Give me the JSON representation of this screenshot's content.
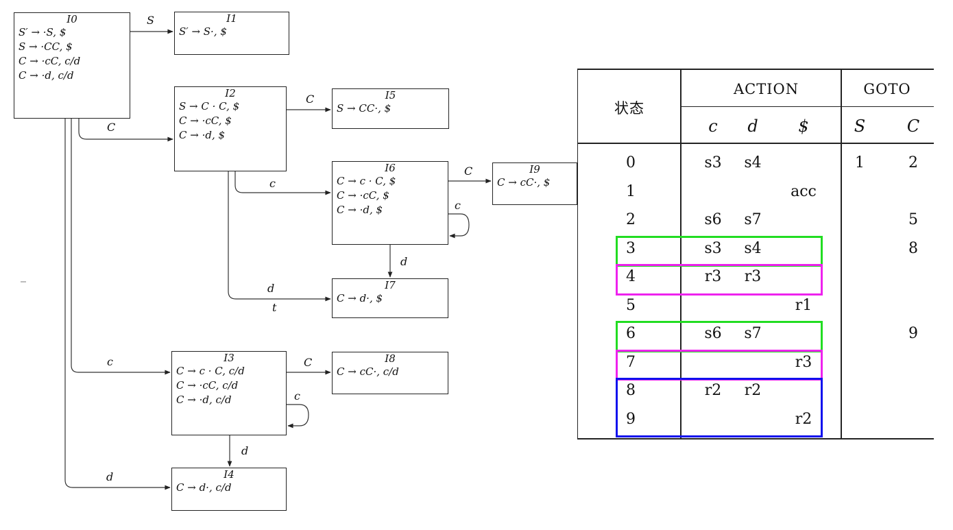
{
  "automaton": {
    "states": [
      {
        "id": "I0",
        "title": "I0",
        "items": [
          "S′ → ·S, $",
          "S → ·CC, $",
          "C → ·cC, c/d",
          "C → ·d, c/d"
        ]
      },
      {
        "id": "I1",
        "title": "I1",
        "items": [
          "S′ → S·, $"
        ]
      },
      {
        "id": "I2",
        "title": "I2",
        "items": [
          "S → C · C, $",
          "C → ·cC, $",
          "C → ·d, $"
        ]
      },
      {
        "id": "I5",
        "title": "I5",
        "items": [
          "S → CC·, $"
        ]
      },
      {
        "id": "I6",
        "title": "I6",
        "items": [
          "C → c · C, $",
          "C → ·cC, $",
          "C → ·d, $"
        ]
      },
      {
        "id": "I9",
        "title": "I9",
        "items": [
          "C → cC·, $"
        ]
      },
      {
        "id": "I7",
        "title": "I7",
        "items": [
          "C → d·, $"
        ]
      },
      {
        "id": "I3",
        "title": "I3",
        "items": [
          "C → c · C, c/d",
          "C → ·cC, c/d",
          "C → ·d, c/d"
        ]
      },
      {
        "id": "I8",
        "title": "I8",
        "items": [
          "C → cC·, c/d"
        ]
      },
      {
        "id": "I4",
        "title": "I4",
        "items": [
          "C → d·, c/d"
        ]
      }
    ],
    "transitions": [
      {
        "from": "I0",
        "to": "I1",
        "symbol": "S"
      },
      {
        "from": "I0",
        "to": "I2",
        "symbol": "C"
      },
      {
        "from": "I0",
        "to": "I3",
        "symbol": "c"
      },
      {
        "from": "I0",
        "to": "I4",
        "symbol": "d"
      },
      {
        "from": "I2",
        "to": "I5",
        "symbol": "C"
      },
      {
        "from": "I2",
        "to": "I6",
        "symbol": "c"
      },
      {
        "from": "I2",
        "to": "I7",
        "symbol": "d"
      },
      {
        "from": "I6",
        "to": "I9",
        "symbol": "C"
      },
      {
        "from": "I6",
        "to": "I6",
        "symbol": "c"
      },
      {
        "from": "I6",
        "to": "I7",
        "symbol": "d"
      },
      {
        "from": "I3",
        "to": "I8",
        "symbol": "C"
      },
      {
        "from": "I3",
        "to": "I3",
        "symbol": "c"
      },
      {
        "from": "I3",
        "to": "I4",
        "symbol": "d"
      }
    ],
    "stray_mark": "t"
  },
  "table": {
    "state_header": "状态",
    "action_header": "ACTION",
    "goto_header": "GOTO",
    "action_symbols": [
      "c",
      "d",
      "$"
    ],
    "goto_symbols": [
      "S",
      "C"
    ],
    "rows": [
      {
        "state": "0",
        "c": "s3",
        "d": "s4",
        "dollar": "",
        "S": "1",
        "C": "2"
      },
      {
        "state": "1",
        "c": "",
        "d": "",
        "dollar": "acc",
        "S": "",
        "C": ""
      },
      {
        "state": "2",
        "c": "s6",
        "d": "s7",
        "dollar": "",
        "S": "",
        "C": "5"
      },
      {
        "state": "3",
        "c": "s3",
        "d": "s4",
        "dollar": "",
        "S": "",
        "C": "8"
      },
      {
        "state": "4",
        "c": "r3",
        "d": "r3",
        "dollar": "",
        "S": "",
        "C": ""
      },
      {
        "state": "5",
        "c": "",
        "d": "",
        "dollar": "r1",
        "S": "",
        "C": ""
      },
      {
        "state": "6",
        "c": "s6",
        "d": "s7",
        "dollar": "",
        "S": "",
        "C": "9"
      },
      {
        "state": "7",
        "c": "",
        "d": "",
        "dollar": "r3",
        "S": "",
        "C": ""
      },
      {
        "state": "8",
        "c": "r2",
        "d": "r2",
        "dollar": "",
        "S": "",
        "C": ""
      },
      {
        "state": "9",
        "c": "",
        "d": "",
        "dollar": "r2",
        "S": "",
        "C": ""
      }
    ],
    "highlights": [
      {
        "rows": [
          "3"
        ],
        "color": "#22dd22"
      },
      {
        "rows": [
          "4"
        ],
        "color": "#ee22ee"
      },
      {
        "rows": [
          "6"
        ],
        "color": "#22dd22"
      },
      {
        "rows": [
          "7"
        ],
        "color": "#ee22ee"
      },
      {
        "rows": [
          "8",
          "9"
        ],
        "color": "#1111ee"
      }
    ]
  }
}
